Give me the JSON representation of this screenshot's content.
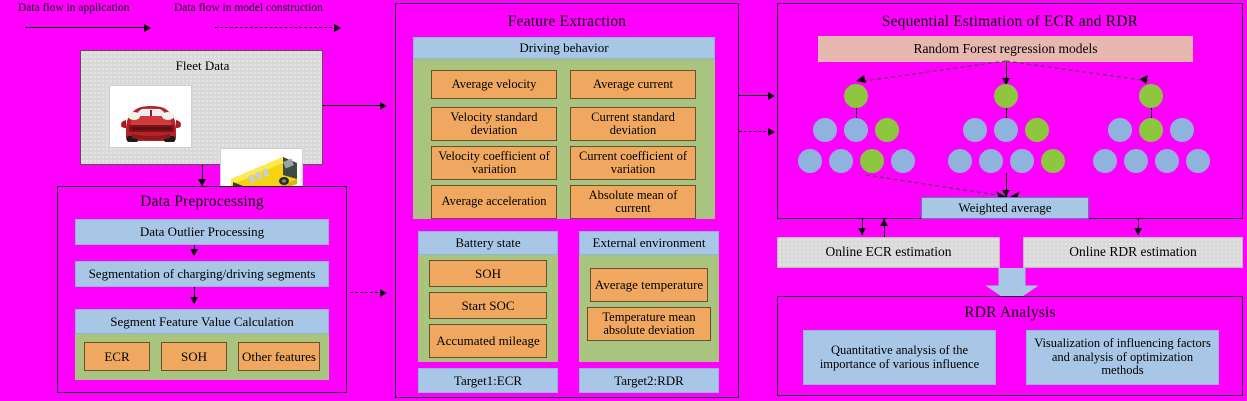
{
  "legend": {
    "application_flow": "Data flow in application",
    "model_flow": "Data flow in model construction"
  },
  "fleet": {
    "title": "Fleet Data",
    "images": [
      "red-car-photo",
      "yellow-bus-photo"
    ]
  },
  "preprocessing": {
    "title": "Data Preprocessing",
    "steps": [
      "Data Outlier Processing",
      "Segmentation of charging/driving segments",
      "Segment Feature Value Calculation"
    ],
    "features": [
      "ECR",
      "SOH",
      "Other features"
    ]
  },
  "feature_extraction": {
    "title": "Feature Extraction",
    "driving_behavior": {
      "header": "Driving behavior",
      "left": [
        "Average velocity",
        "Velocity standard deviation",
        "Velocity coefficient of variation",
        "Average acceleration"
      ],
      "right": [
        "Average current",
        "Current standard deviation",
        "Current coefficient of variation",
        "Absolute mean of current"
      ]
    },
    "battery_state": {
      "header": "Battery state",
      "items": [
        "SOH",
        "Start SOC",
        "Accumated mileage"
      ],
      "target": "Target1:ECR"
    },
    "external_environment": {
      "header": "External environment",
      "items": [
        "Average temperature",
        "Temperature mean absolute deviation"
      ],
      "target": "Target2:RDR"
    }
  },
  "sequential": {
    "title": "Sequential Estimation of ECR and RDR",
    "model_banner": "Random Forest regression models",
    "weighted_average": "Weighted average",
    "trees": [
      {
        "root": "green",
        "mid": [
          "blue",
          "blue",
          "green"
        ],
        "leaf": [
          "blue",
          "blue",
          "green",
          "blue"
        ]
      },
      {
        "root": "green",
        "mid": [
          "blue",
          "blue",
          "green"
        ],
        "leaf": [
          "blue",
          "blue",
          "blue",
          "green"
        ]
      },
      {
        "root": "green",
        "mid": [
          "blue",
          "green",
          "blue"
        ],
        "leaf": [
          "blue",
          "blue",
          "blue",
          "blue"
        ]
      }
    ]
  },
  "outputs": {
    "ecr": "Online ECR estimation",
    "rdr": "Online RDR estimation"
  },
  "rdr_analysis": {
    "title": "RDR Analysis",
    "items": [
      "Quantitative analysis of the importance of various influence",
      "Visualization of influencing factors and analysis of optimization methods"
    ]
  },
  "colors": {
    "background": "#FF00FF",
    "blue_box": "#a8c6e5",
    "orange_box": "#f0a860",
    "green_group": "#a8c47e",
    "gray_box": "#d9d9d9",
    "pink_banner": "#e8b8b0",
    "node_green": "#8dc63f",
    "node_blue": "#8fb3dd"
  }
}
